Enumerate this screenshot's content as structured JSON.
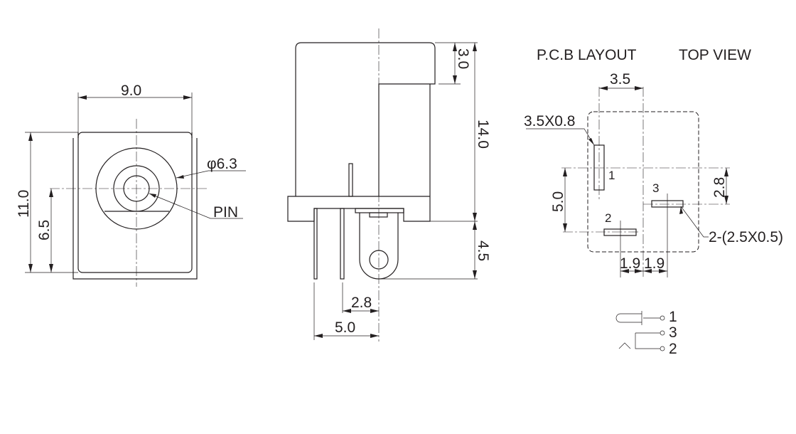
{
  "front_view": {
    "width_dim": "9.0",
    "height_dim": "11.0",
    "pin_height_dim": "6.5",
    "diameter_dim": "φ6.3",
    "pin_label": "PIN"
  },
  "side_view": {
    "top_dim": "3.0",
    "body_dim": "14.0",
    "lug_dim": "4.5",
    "pin_offset_dim": "2.8",
    "pin_span_dim": "5.0"
  },
  "pcb_layout": {
    "title": "P.C.B LAYOUT",
    "view_label": "TOP VIEW",
    "pitch_dim": "3.5",
    "pad1_size": "3.5X0.8",
    "pad23_size": "2-(2.5X0.5)",
    "vertical_dim": "5.0",
    "pad3_offset_dim": "2.8",
    "left_offset_dim": "1.9",
    "right_offset_dim": "1.9",
    "pin_labels": [
      "1",
      "2",
      "3"
    ]
  },
  "schematic": {
    "pins": [
      "1",
      "3",
      "2"
    ]
  }
}
